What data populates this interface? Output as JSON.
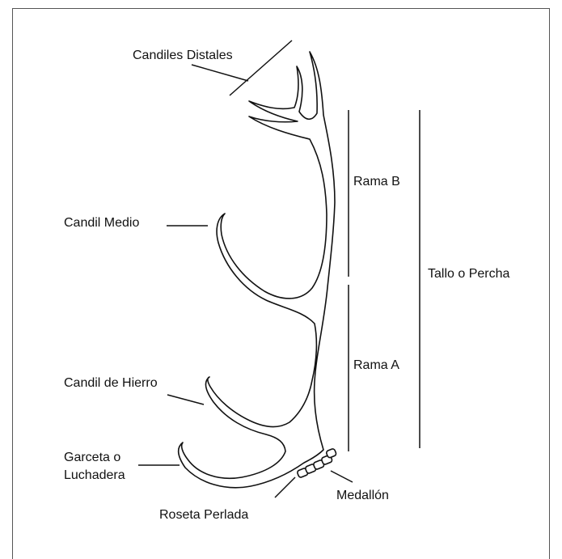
{
  "labels": {
    "candiles_distales": "Candiles Distales",
    "candil_medio": "Candil Medio",
    "candil_de_hierro": "Candil de Hierro",
    "garceta_line1": "Garceta o",
    "garceta_line2": "Luchadera",
    "roseta_perlada": "Roseta Perlada",
    "medallon": "Medallón",
    "rama_b": "Rama B",
    "rama_a": "Rama A",
    "tallo": "Tallo o Percha"
  }
}
